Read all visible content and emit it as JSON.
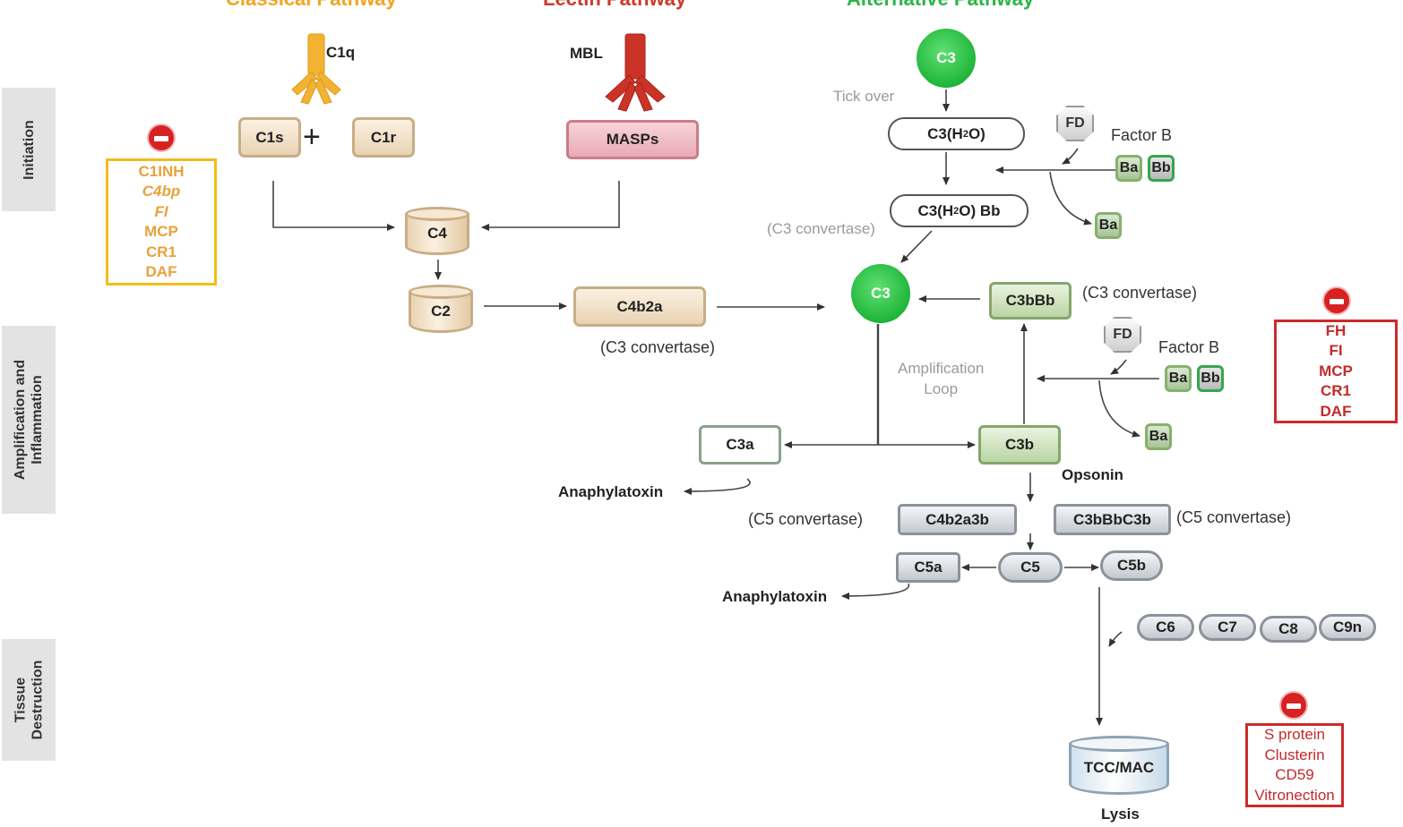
{
  "headers": {
    "classical": "Classical Pathway",
    "lectin": "Lectin Pathway",
    "alternative": "Alternative Pathway"
  },
  "colors": {
    "classical": "#f2a522",
    "lectin": "#cc3a2a",
    "alternative": "#2bb546",
    "inhibitor_red": "#d62222",
    "inhibitor_orange_border": "#f2bc1b"
  },
  "side_labels": {
    "initiation": "Initiation",
    "amplification_line1": "Amplification and",
    "amplification_line2": "Inflammation",
    "tissue_line1": "Tissue",
    "tissue_line2": "Destruction"
  },
  "classical": {
    "c1q": "C1q",
    "c1s": "C1s",
    "plus": "+",
    "c1r": "C1r",
    "c4": "C4",
    "c2": "C2",
    "c4b2a": "C4b2a",
    "c4b2a_note": "(C3 convertase)"
  },
  "lectin": {
    "mbl": "MBL",
    "masps": "MASPs"
  },
  "alternative": {
    "c3_top": "C3",
    "tick_over": "Tick over",
    "c3h2o_main": "C3(H",
    "c3h2o_sub": "2",
    "c3h2o_tail": "O)",
    "c3h2obb_main": "C3(H",
    "c3h2obb_sub": "2",
    "c3h2obb_tail": "O) Bb",
    "c3h2obb_note": "(C3 convertase)",
    "fd1": "FD",
    "factor_b1": "Factor B",
    "ba1": "Ba",
    "bb1": "Bb",
    "ba1_out": "Ba",
    "c3_center": "C3",
    "c3bbb": "C3bBb",
    "c3bbb_note": "(C3 convertase)",
    "fd2": "FD",
    "factor_b2": "Factor B",
    "ba2": "Ba",
    "bb2": "Bb",
    "ba2_out": "Ba",
    "amplification_loop_1": "Amplification",
    "amplification_loop_2": "Loop"
  },
  "central": {
    "c3a": "C3a",
    "anaphylatoxin1": "Anaphylatoxin",
    "c3b": "C3b",
    "opsonin": "Opsonin",
    "c5conv_left_note": "(C5 convertase)",
    "c4b2a3b": "C4b2a3b",
    "c3bbbc3b": "C3bBbC3b",
    "c5conv_right_note": "(C5 convertase)",
    "c5a": "C5a",
    "c5": "C5",
    "c5b": "C5b",
    "anaphylatoxin2": "Anaphylatoxin",
    "c6": "C6",
    "c7": "C7",
    "c8": "C8",
    "c9n": "C9n",
    "tcc_mac": "TCC/MAC",
    "lysis": "Lysis"
  },
  "inhibitors": {
    "classical_box": [
      "C1INH",
      "C4bp",
      "FI",
      "MCP",
      "CR1",
      "DAF"
    ],
    "alternative_box": [
      "FH",
      "FI",
      "MCP",
      "CR1",
      "DAF"
    ],
    "terminal_box": [
      "S protein",
      "Clusterin",
      "CD59",
      "Vitronection"
    ]
  }
}
